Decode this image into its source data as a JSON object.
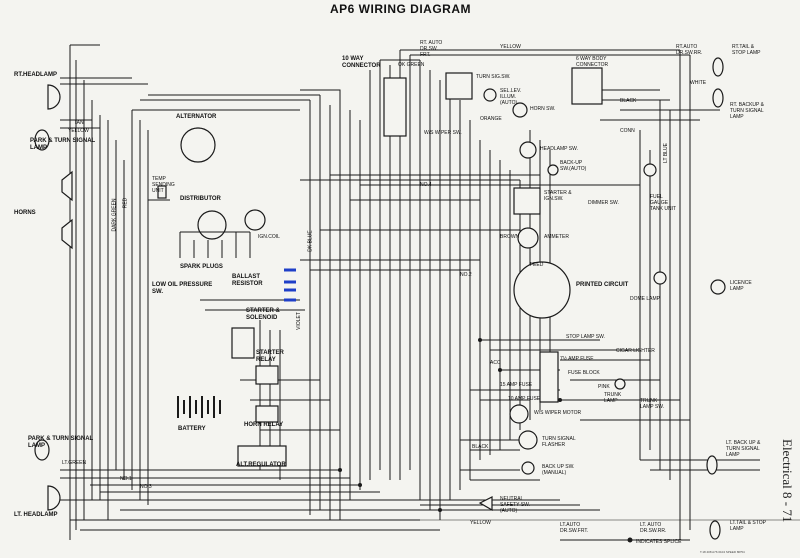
{
  "title": "AP6 WIRING DIAGRAM",
  "footer": {
    "page_ref": "Electrical 8 - 71",
    "legend": "INDICATES SPLICE",
    "code": "T.18 408 A76 0104  SPEED 8IP54"
  },
  "components": {
    "rt_headlamp": "RT.HEADLAMP",
    "park_turn_top": "PARK & TURN SIGNAL\nLAMP",
    "horns": "HORNS",
    "alternator": "ALTERNATOR",
    "temp_sending": "TEMP\nSENDING\nUNIT",
    "distributor": "DISTRIBUTOR",
    "ign_coil": "IGN.COIL",
    "spark_plugs": "SPARK PLUGS",
    "low_oil": "LOW OIL PRESSURE\nSW.",
    "ballast": "BALLAST\nRESISTOR",
    "starter_solenoid": "STARTER &\nSOLENOID",
    "starter_relay": "STARTER\nRELAY",
    "battery": "BATTERY",
    "horn_relay": "HORN RELAY",
    "alt_regulator": "ALT.REGULATOR",
    "park_turn_bottom": "PARK & TURN SIGNAL\nLAMP",
    "lt_headlamp": "LT. HEADLAMP",
    "ten_way": "10 WAY\nCONNECTOR",
    "rt_auto_dr_frt": "RT. AUTO\nDR.SW.\nFRT.",
    "turn_sig_sw": "TURN SIG.SW.",
    "sel_lev": "SEL.LEV.\nILLUM.\n(AUTO)",
    "six_way": "6 WAY BODY\nCONNECTOR",
    "rt_auto_dr_rr": "RT.AUTO\nDR.SW.RR.",
    "rt_tail": "RT.TAIL &\nSTOP LAMP",
    "rt_backup": "RT. BACKUP &\nTURN SIGNAL\nLAMP",
    "horn_sw": "HORN SW.",
    "ws_wiper_sw": "W/S WIPER SW.",
    "headlamp_sw": "HEADLAMP SW.",
    "backup_sw_auto": "BACK-UP\nSW.(AUTO)",
    "starter_ign": "STARTER &\nIGN.SW.",
    "dimmer": "DIMMER SW.",
    "fuel_gauge": "FUEL\nGAUGE\nTANK UNIT",
    "ammeter": "AMMETER",
    "printed_circuit": "PRINTED CIRCUIT",
    "dome_lamp": "DOME LAMP",
    "licence_lamp": "LICENCE\nLAMP",
    "stop_lamp_sw": "STOP LAMP SW.",
    "cigar": "CIGAR LIGHTER",
    "fuse_block": "FUSE BLOCK",
    "trunk_lamp": "TRUNK\nLAMP",
    "trunk_lamp_sw": "TRUNK\nLAMP SW.",
    "ws_wiper_motor": "W/S WIPER  MOTOR",
    "turn_flasher": "TURN SIGNAL\nFLASHER",
    "backup_manual": "BACK UP SW.\n(MANUAL)",
    "neutral_safety": "NEUTRAL\nSAFETY SW.\n(AUTO)",
    "lt_backup": "LT. BACK UP &\nTURN SIGNAL\nLAMP",
    "lt_auto_frt": "LT.AUTO\nDR.SW.FRT.",
    "lt_auto_rr": "LT. AUTO\nDR.SW.RR.",
    "lt_tail": "LT.TAIL & STOP\nLAMP",
    "conn": "CONN",
    "fuse_10": "10 AMP FUSE",
    "fuse_15": "15 AMP FUSE",
    "fuse_7": "7½ AMP FUSE",
    "acc": "ACC",
    "feed": "FEED"
  },
  "wire_labels": {
    "yellow": "YELLOW",
    "tan": "TAN",
    "black": "BLACK",
    "brown": "BROWN",
    "white": "WHITE",
    "red": "RED",
    "pink": "PINK",
    "violet": "VIOLET",
    "dk_green": "DARK GREEN",
    "dk_blue": "DK BLUE",
    "lt_green": "LT.GREEN",
    "lt_blue": "LT BLUE",
    "ok_green": "OK GREEN",
    "orange": "ORANGE",
    "no1": "NO.1",
    "no2": "NO.2",
    "no3": "NO.3",
    "no4": "NO.4"
  },
  "accent_colors": {
    "wire": "#1a1a1a",
    "resistor_blue": "#1f3fc8",
    "paper": "#f4f4f0"
  }
}
